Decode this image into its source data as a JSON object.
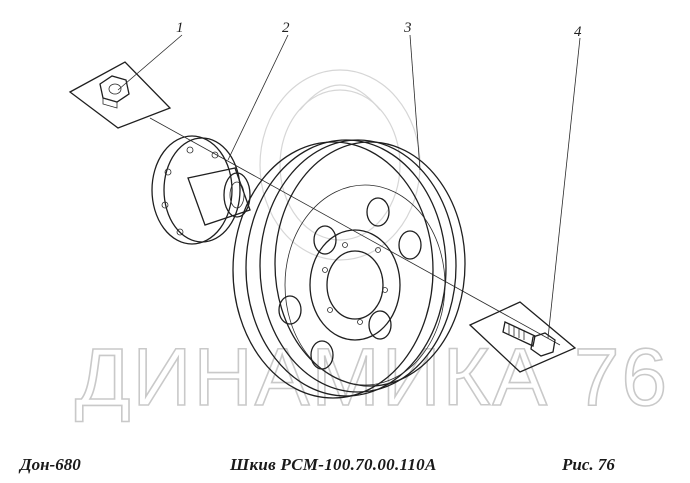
{
  "callouts": [
    "1",
    "2",
    "3",
    "4"
  ],
  "caption": {
    "left": "Дон-680",
    "center": "Шкив   РСМ-100.70.00.110А",
    "right": "Рис.   76"
  },
  "watermark": "ДИНАМИКА 76",
  "parts": [
    "nut-icon",
    "hub-flange-icon",
    "pulley-icon",
    "bolt-icon"
  ]
}
